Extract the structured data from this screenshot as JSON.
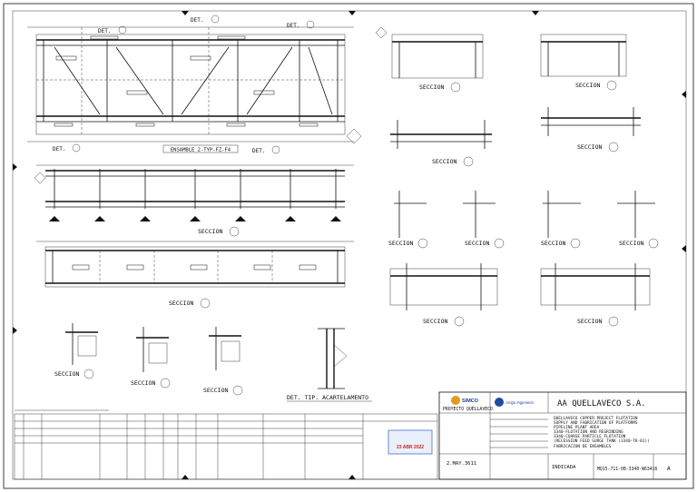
{
  "labels": {
    "seccion": "SECCION",
    "det": "DET.",
    "det_tip": "DET. TIP. ACARTELAMENTO",
    "ensamble": "ENSAMBLE 2-TYP-FZ-F4"
  },
  "title_block": {
    "company": "AA QUELLAVECO S.A.",
    "project_logo": "SIMCO",
    "project_name": "PROYECTO QUELLAVECO",
    "contractor_logo": "Arrigo Ingenieria",
    "description_lines": [
      "QUELLAVECO COPPER PROJECT FLOTATION",
      "SUPPLY AND FABRICATION OF PLATFORMS",
      "PIPELINE PLANT AREA",
      "3340-FLOTATION AND REGRINDING",
      "3340-COARSE PARTICLE FLOTATION",
      "(RECESSION FEED SURGE TANK (3340-TK-01))",
      "FABRICACION DE ENSAMBLES"
    ],
    "stamp_date": "23 ABR 2022",
    "date_code": "2.MAY.3611",
    "scale": "INDICADA",
    "drawing_number": "MQ15-711-08-3340-W63416",
    "revision": "A"
  }
}
